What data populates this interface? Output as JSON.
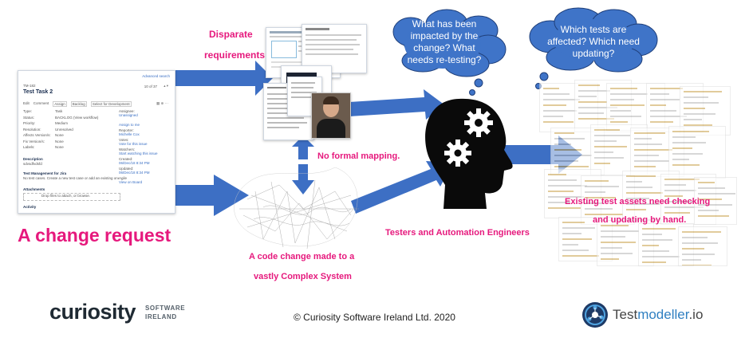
{
  "labels": {
    "disparate_line1": "Disparate",
    "disparate_line2": "requirements",
    "change_request": "A change request",
    "no_formal_mapping": "No formal mapping.",
    "code_change_line1": "A code change made to a",
    "code_change_line2": "vastly Complex System",
    "testers": "Testers and Automation Engineers",
    "assets_line1": "Existing test assets need checking",
    "assets_line2": "and updating by hand.",
    "copyright": "© Curiosity Software Ireland Ltd. 2020"
  },
  "bubbles": {
    "left": [
      "What has been",
      "impacted by the",
      "change? What",
      "needs re-testing?"
    ],
    "right": [
      "Which tests are",
      "affected? Which need",
      "updating?"
    ]
  },
  "jira": {
    "advanced_search": "Advanced search",
    "breadcrumb": "TM-182",
    "title": "Test Task 2",
    "pager": "10 of 37",
    "toolbar": [
      "Edit",
      "Comment",
      "Assign",
      "Backlog",
      "Select for Development"
    ],
    "fields": [
      {
        "label": "Type:",
        "value": "Task"
      },
      {
        "label": "Status:",
        "value": "BACKLOG (View workflow)"
      },
      {
        "label": "Priority:",
        "value": "Medium"
      },
      {
        "label": "Resolution:",
        "value": "Unresolved"
      },
      {
        "label": "Affects Version/s:",
        "value": "None"
      },
      {
        "label": "Fix Version/s:",
        "value": "None"
      },
      {
        "label": "Labels:",
        "value": "None"
      }
    ],
    "description_label": "Description",
    "description_value": "sdvsdfvdsfd",
    "tm_label": "Test Management for Jira",
    "tm_value": "No test cases. Create a new test case or add an existing one.",
    "attachments": "Attachments",
    "drop_files": "Drop files to attach, or browse.",
    "activity": "Activity",
    "side": [
      {
        "label": "Assignee:",
        "value": "Unassigned"
      },
      {
        "label": "",
        "value": "Assign to me"
      },
      {
        "label": "Reporter:",
        "value": "Michelle Cox"
      },
      {
        "label": "Votes:",
        "value": "Vote for this issue"
      },
      {
        "label": "Watchers:",
        "value": "Start watching this issue"
      },
      {
        "label": "Created:",
        "value": "06/Dec/18 8:34 PM"
      },
      {
        "label": "Updated:",
        "value": "06/Dec/18 8:34 PM"
      },
      {
        "label": "Agile",
        "value": "View on Board"
      }
    ]
  },
  "logos": {
    "curiosity_main": "curiosity",
    "curiosity_sub1": "SOFTWARE",
    "curiosity_sub2": "IRELAND",
    "testmodeller_a": "Test",
    "testmodeller_b": "modeller",
    "testmodeller_c": ".io"
  },
  "colors": {
    "arrow": "#3d6fc4",
    "bubble": "#3f74c8",
    "pink": "#e6197d",
    "blue_text": "#3a6fc4"
  }
}
